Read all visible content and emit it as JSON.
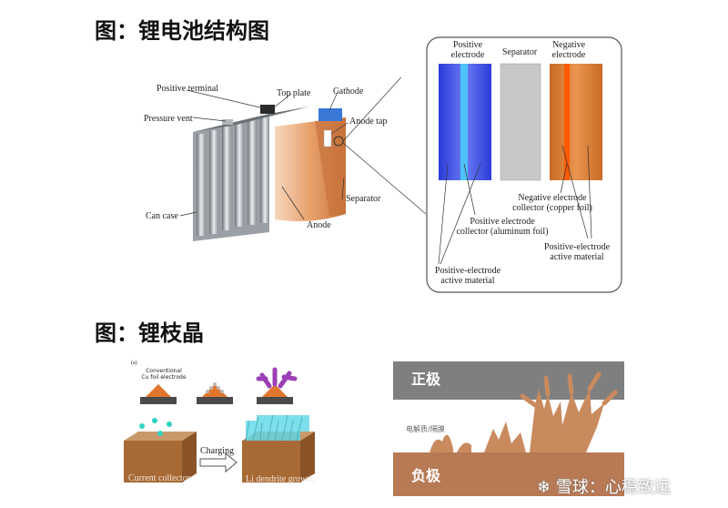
{
  "titles": {
    "structure": "图：锂电池结构图",
    "dendrite": "图：锂枝晶"
  },
  "structure_labels": {
    "positive_terminal": "Positive terminal",
    "top_plate": "Top plate",
    "cathode": "Cathode",
    "pressure_vent": "Pressure vent",
    "anode_tap": "Anode tap",
    "can_case": "Can case",
    "separator": "Separator",
    "anode": "Anode"
  },
  "detail_labels": {
    "positive_electrode_1": "Positive",
    "positive_electrode_2": "electrode",
    "separator": "Separator",
    "negative_electrode_1": "Negative",
    "negative_electrode_2": "electrode",
    "neg_collector_1": "Negative electrode",
    "neg_collector_2": "collector (copper foil)",
    "pos_collector_1": "Positive electrode",
    "pos_collector_2": "collector (aluminum foil)",
    "pos_active_right_1": "Positive-electrode",
    "pos_active_right_2": "active material",
    "pos_active_left_1": "Positive-electrode",
    "pos_active_left_2": "active material"
  },
  "dendrite_left": {
    "panel_tag": "(a)",
    "conventional_1": "Conventional",
    "conventional_2": "Cu foil electrode",
    "charging": "Charging",
    "current_collector": "Current collector",
    "li_dendrite": "Li dendrite growth"
  },
  "dendrite_right": {
    "positive": "正极",
    "electrolyte": "电解质/隔膜",
    "negative": "负极"
  },
  "watermark": "雪球：心稳致远",
  "colors": {
    "positive_electrode": "#3a4fe0",
    "aluminum_foil": "#4fc3f7",
    "separator": "#c8c8c8",
    "negative_electrode": "#d9782f",
    "copper_foil": "#ff5a00",
    "dendrite": "#c98a5e",
    "positive_band": "#7f7f7f",
    "negative_band": "#b87a55"
  }
}
